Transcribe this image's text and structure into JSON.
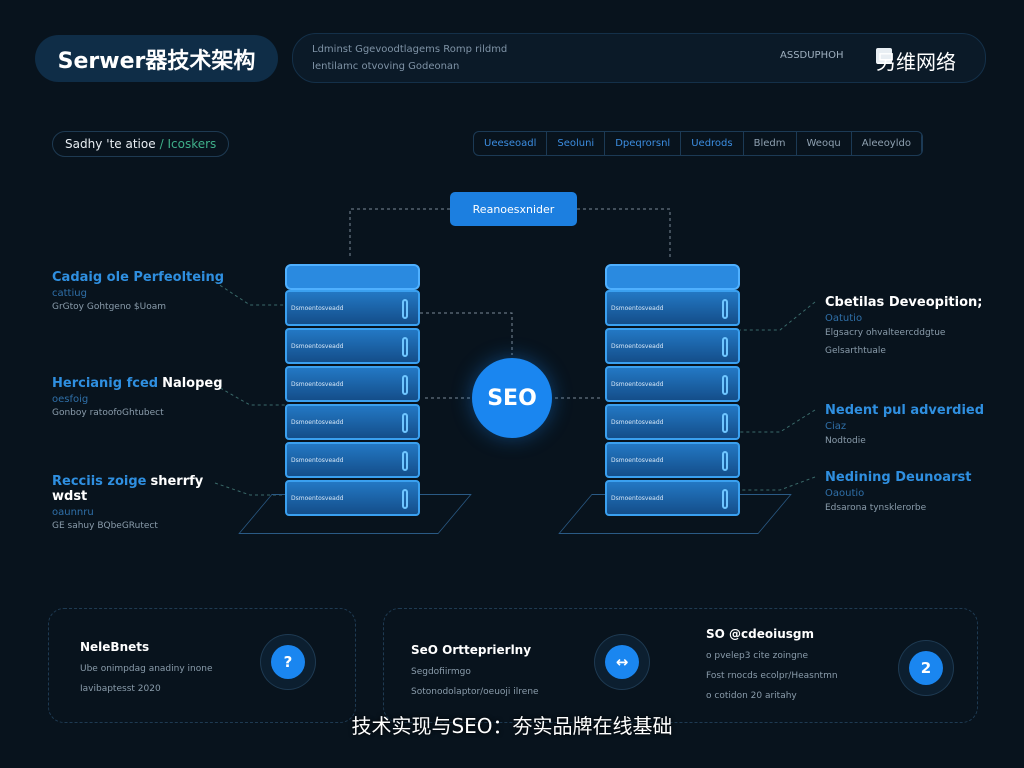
{
  "header": {
    "title": "Serwer器技术架构",
    "subtitle_lines": [
      "Ldminst Ggevoodtlagems Romp rildmd",
      "Ientilamc otvoving Godeonan"
    ],
    "right_text": "ASSDUPHOH",
    "brand": "另维网络"
  },
  "breadcrumb": {
    "part1": "Sadhy",
    "part2": "'te atioe",
    "part3": "/ Icoskers"
  },
  "tabs": [
    {
      "label": "Ueeseoadl",
      "active": true
    },
    {
      "label": "Seoluni",
      "active": true
    },
    {
      "label": "Dpeqrorsnl",
      "active": true
    },
    {
      "label": "Uedrods",
      "active": true
    },
    {
      "label": "Bledm",
      "active": false
    },
    {
      "label": "Weoqu",
      "active": false
    },
    {
      "label": "Aleeoyldo",
      "active": false
    }
  ],
  "diagram": {
    "top_button": "Reanoesxnider",
    "center": "SEO",
    "server_label": "Dsmoentosveadd"
  },
  "left_features": [
    {
      "title": "Cadaig ole Perfeolteing",
      "title_white": "",
      "sub": "cattiug",
      "desc": "GrGtoy Gohtgeno $Uoam"
    },
    {
      "title": "Hercianig fced",
      "title_white": "Nalopeg",
      "sub": "oesfoig",
      "desc": "Gonboy ratoofoGhtubect"
    },
    {
      "title": "Recciis zoige",
      "title_white": "sherrfy wdst",
      "sub": "oaunnru",
      "desc": "GE sahuy BQbeGRutect"
    }
  ],
  "right_features": [
    {
      "title": "Cbetilas Deveopition;",
      "sub": "Oatutio",
      "desc": "Elgsacry ohvalteercddgtue",
      "desc2": "Gelsarthtuale"
    },
    {
      "title": "Nedent pul adverdied",
      "sub": "Ciaz",
      "desc": "Nodtodie",
      "desc2": ""
    },
    {
      "title": "Nedining Deunoarst",
      "sub": "Oaoutio",
      "desc": "Edsarona tynsklerorbe",
      "desc2": ""
    }
  ],
  "cards": [
    {
      "title": "NeleBnets",
      "lines": [
        "Ube onimpdag anadiny inone",
        "Iavibaptesst 2020"
      ],
      "icon": "?",
      "icon_name": "question-icon"
    },
    {
      "title": "SeO Ortteprierlny",
      "lines": [
        "Segdofiirmgo",
        "Sotonodolaptor/oeuoji ilrene"
      ],
      "icon": "↔",
      "icon_name": "arrows-icon"
    },
    {
      "title": "SO @cdeoiusgm",
      "lines": [
        "o  pvelep3 cite zoingne",
        "Fost rnocds ecolpr/Heasntmn",
        "o  cotidon 20 aritahy"
      ],
      "icon": "2",
      "icon_name": "number-two-icon"
    }
  ],
  "caption": "技术实现与SEO：夯实品牌在线基础",
  "colors": {
    "background": "#08131d",
    "accent": "#1a86f0",
    "server": "#2378c4"
  }
}
